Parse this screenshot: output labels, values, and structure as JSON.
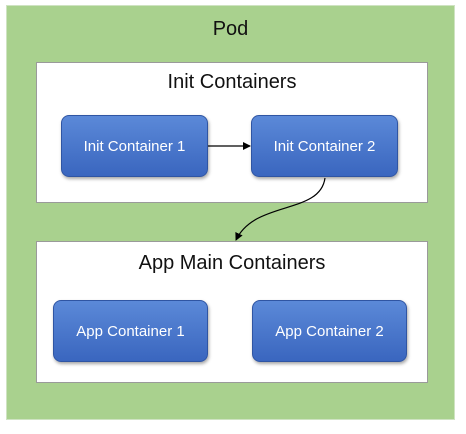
{
  "pod": {
    "title": "Pod"
  },
  "init_group": {
    "title": "Init Containers",
    "containers": [
      "Init Container 1",
      "Init Container 2"
    ]
  },
  "app_group": {
    "title": "App Main Containers",
    "containers": [
      "App Container 1",
      "App Container 2"
    ]
  },
  "colors": {
    "pod_fill": "#a9d18e",
    "container_fill": "#4472c4",
    "group_fill": "#ffffff"
  }
}
